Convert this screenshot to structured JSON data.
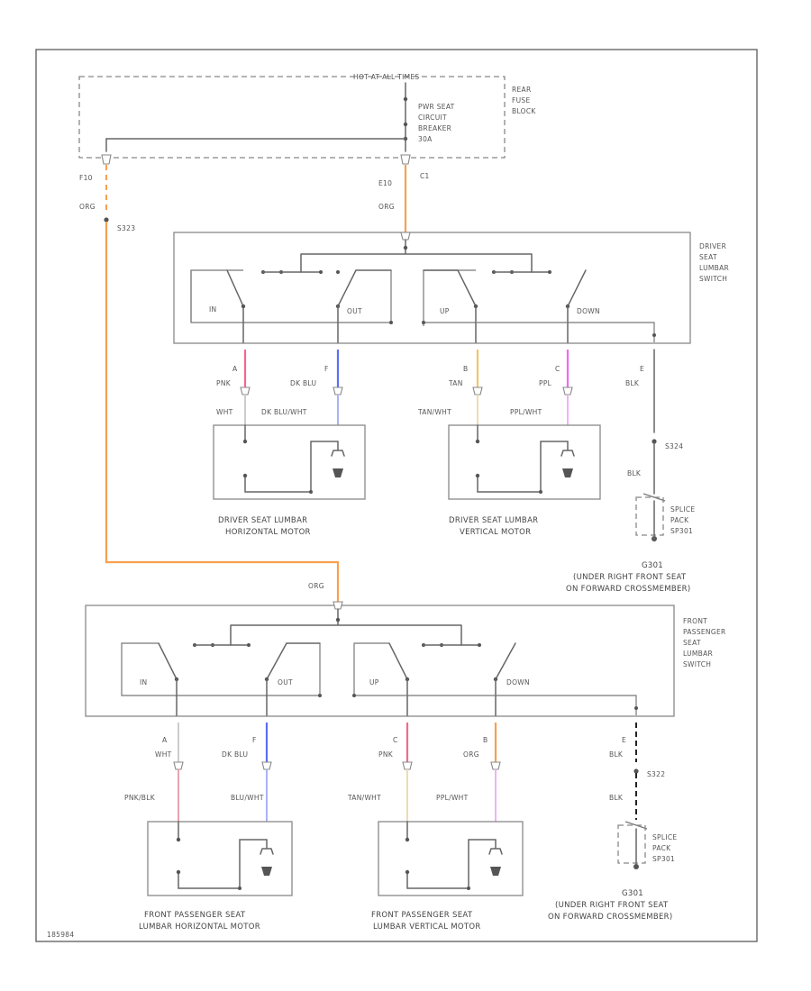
{
  "fuse_block": {
    "hot_label": "HOT AT ALL TIMES",
    "breaker_label": [
      "PWR SEAT",
      "CIRCUIT",
      "BREAKER",
      "30A"
    ],
    "block_label": [
      "REAR",
      "FUSE",
      "BLOCK"
    ],
    "pin_left": "F10",
    "pin_right": "E10",
    "pin_right_sub": "C1"
  },
  "wires": {
    "org_a": "ORG",
    "org_b": "ORG",
    "org_c": "ORG",
    "splice_s323": "S323",
    "colors": {
      "orange": "#f7a050",
      "pink": "#f26a8d",
      "blue": "#5b6ff2",
      "tan": "#f2c46d",
      "purple": "#ee6af2",
      "black": "#222222",
      "white_gray": "#cccccc",
      "light_pink": "#e8a3b0",
      "light_blue": "#aab3f5",
      "light_tan": "#f0dcb0",
      "light_purple": "#f3b0f5"
    }
  },
  "driver_switch": {
    "label": [
      "DRIVER",
      "SEAT",
      "LUMBAR",
      "SWITCH"
    ],
    "in": "IN",
    "out": "OUT",
    "up": "UP",
    "down": "DOWN",
    "pins": [
      "A",
      "F",
      "B",
      "C",
      "E"
    ],
    "colors": [
      "PNK",
      "DK BLU",
      "TAN",
      "PPL",
      "BLK"
    ]
  },
  "driver_h_motor": {
    "wire_left": "WHT",
    "wire_right": "DK BLU/WHT",
    "caption": [
      "DRIVER SEAT LUMBAR",
      "HORIZONTAL MOTOR"
    ]
  },
  "driver_v_motor": {
    "wire_left": "TAN/WHT",
    "wire_right": "PPL/WHT",
    "caption": [
      "DRIVER SEAT LUMBAR",
      "VERTICAL MOTOR"
    ]
  },
  "driver_ground": {
    "splice": "S324",
    "wire": "BLK",
    "splice_pack": [
      "SPLICE",
      "PACK",
      "SP301"
    ],
    "ground": [
      "G301",
      "(UNDER RIGHT FRONT SEAT",
      "ON FORWARD CROSSMEMBER)"
    ]
  },
  "pass_switch": {
    "label": [
      "FRONT",
      "PASSENGER",
      "SEAT",
      "LUMBAR",
      "SWITCH"
    ],
    "in": "IN",
    "out": "OUT",
    "up": "UP",
    "down": "DOWN",
    "pins": [
      "A",
      "F",
      "C",
      "B",
      "E"
    ],
    "colors": [
      "WHT",
      "DK BLU",
      "PNK",
      "ORG",
      "BLK"
    ]
  },
  "pass_h_motor": {
    "wire_left": "PNK/BLK",
    "wire_right": "BLU/WHT",
    "caption": [
      "FRONT PASSENGER SEAT",
      "LUMBAR HORIZONTAL MOTOR"
    ]
  },
  "pass_v_motor": {
    "wire_left": "TAN/WHT",
    "wire_right": "PPL/WHT",
    "caption": [
      "FRONT PASSENGER SEAT",
      "LUMBAR VERTICAL MOTOR"
    ]
  },
  "pass_ground": {
    "splice": "S322",
    "wire_top": "BLK",
    "wire_bottom": "BLK",
    "splice_pack": [
      "SPLICE",
      "PACK",
      "SP301"
    ],
    "ground": [
      "G301",
      "(UNDER RIGHT FRONT SEAT",
      "ON FORWARD CROSSMEMBER)"
    ]
  },
  "diagram_id": "185984"
}
